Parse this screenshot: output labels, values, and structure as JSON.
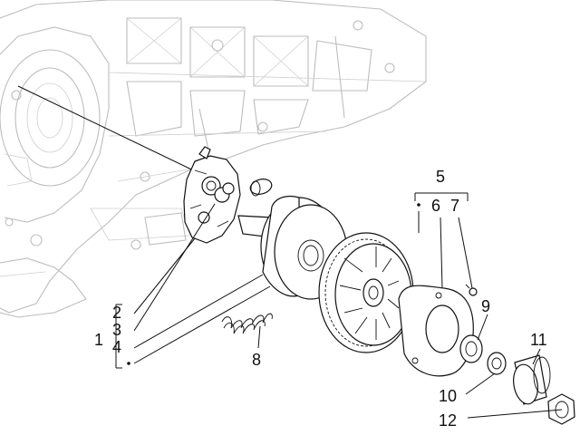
{
  "callouts": {
    "n1": "1",
    "n2": "2",
    "n3": "3",
    "n4": "4",
    "n5": "5",
    "n6": "6",
    "n7": "7",
    "n8": "8",
    "n9": "9",
    "n10": "10",
    "n11": "11",
    "n12": "12"
  },
  "colors": {
    "line": "#111111",
    "ghost_line": "#bdbdbd",
    "background": "#ffffff"
  }
}
